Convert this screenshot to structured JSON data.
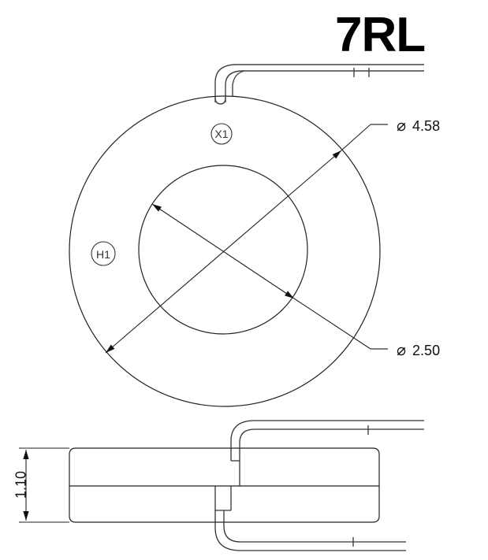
{
  "title": "7RL",
  "dimensions": {
    "outer_diameter": {
      "symbol": "⌀",
      "value": "4.58"
    },
    "inner_diameter": {
      "symbol": "⌀",
      "value": "2.50"
    },
    "height": {
      "value": "1.10"
    }
  },
  "markings": {
    "secondary": "X1",
    "primary": "H1"
  },
  "colors": {
    "line": "#222222",
    "background": "#ffffff"
  }
}
